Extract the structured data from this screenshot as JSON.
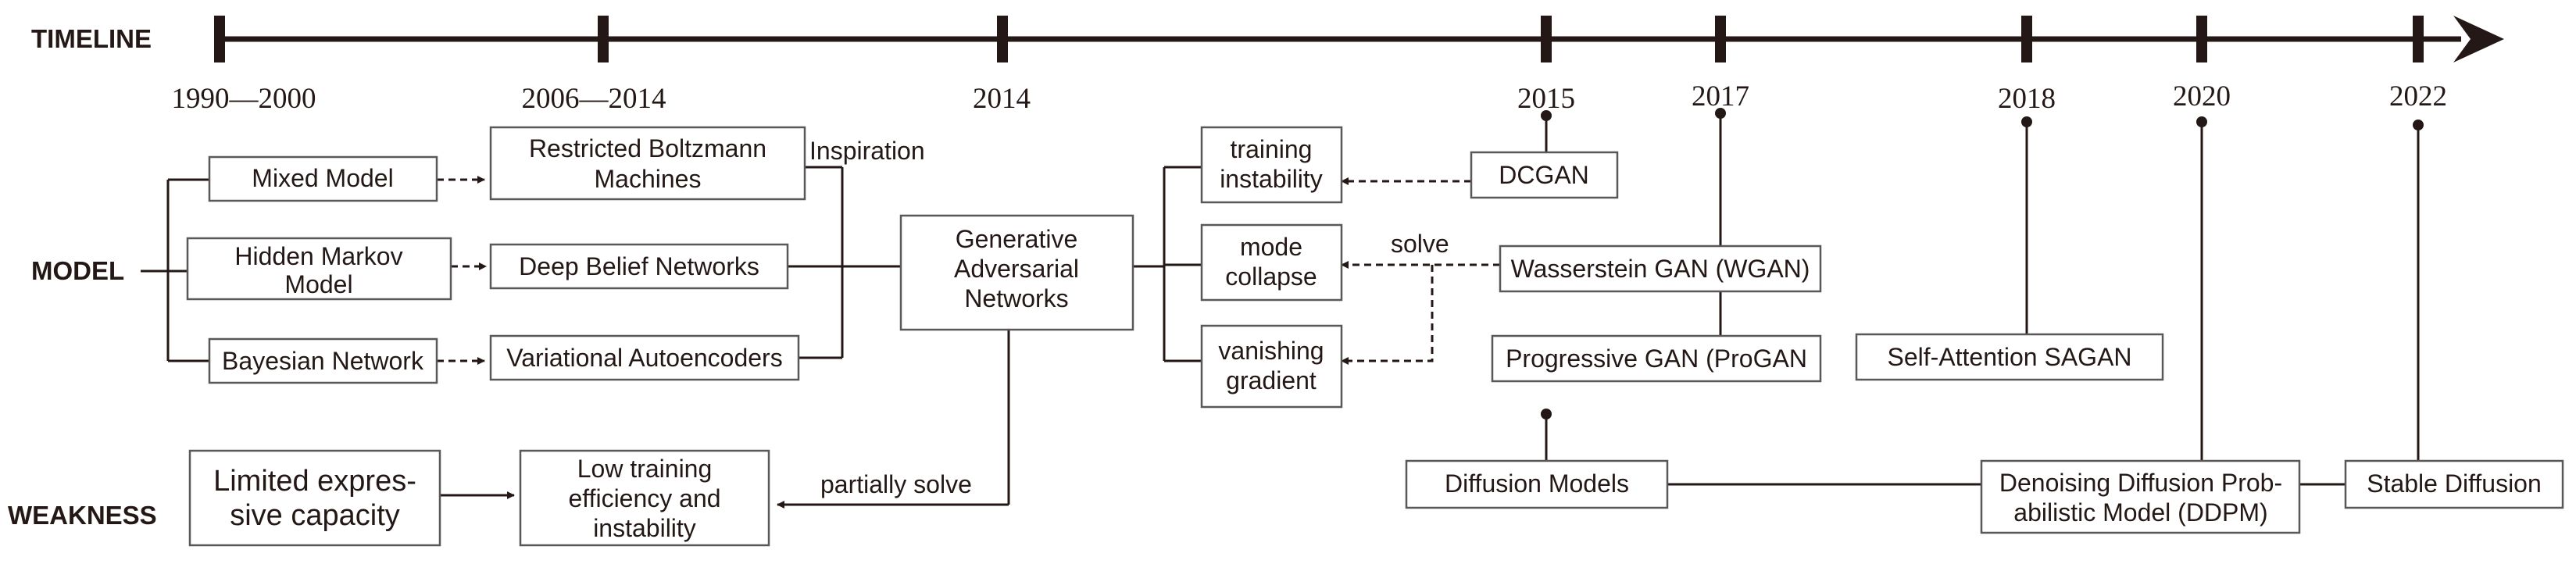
{
  "labels": {
    "timeline": "TIMELINE",
    "model": "MODEL",
    "weakness": "WEAKNESS"
  },
  "years": {
    "y1990": "1990—2000",
    "y2006": "2006—2014",
    "y2014": "2014",
    "y2015": "2015",
    "y2017": "2017",
    "y2018": "2018",
    "y2020": "2020",
    "y2022": "2022"
  },
  "nodes": {
    "mixed_model": [
      "Mixed Model"
    ],
    "hmm": [
      "Hidden Markov",
      "Model"
    ],
    "bayesian": [
      "Bayesian Network"
    ],
    "rbm": [
      "Restricted Boltzmann",
      "Machines"
    ],
    "dbn": [
      "Deep Belief Networks"
    ],
    "vae": [
      "Variational Autoencoders"
    ],
    "gan": [
      "Generative",
      "Adversarial",
      "Networks"
    ],
    "training_instability": [
      "training",
      "instability"
    ],
    "mode_collapse": [
      "mode",
      "collapse"
    ],
    "vanishing_gradient": [
      "vanishing",
      "gradient"
    ],
    "dcgan": [
      "DCGAN"
    ],
    "wgan": [
      "Wasserstein GAN (WGAN)"
    ],
    "progan": [
      "Progressive GAN (ProGAN"
    ],
    "sagan": [
      "Self-Attention SAGAN"
    ],
    "limited": [
      "Limited expres-",
      "sive capacity"
    ],
    "low_eff": [
      "Low training",
      "efficiency and",
      "instability"
    ],
    "diffusion": [
      "Diffusion Models"
    ],
    "ddpm": [
      "Denoising Diffusion Prob-",
      "abilistic Model (DDPM)"
    ],
    "stable": [
      "Stable Diffusion"
    ]
  },
  "edge_labels": {
    "inspiration": "Inspiration",
    "solve": "solve",
    "partially_solve": "partially solve"
  },
  "colors": {
    "ink": "#231815",
    "box_border": "#595757",
    "background": "#ffffff"
  }
}
